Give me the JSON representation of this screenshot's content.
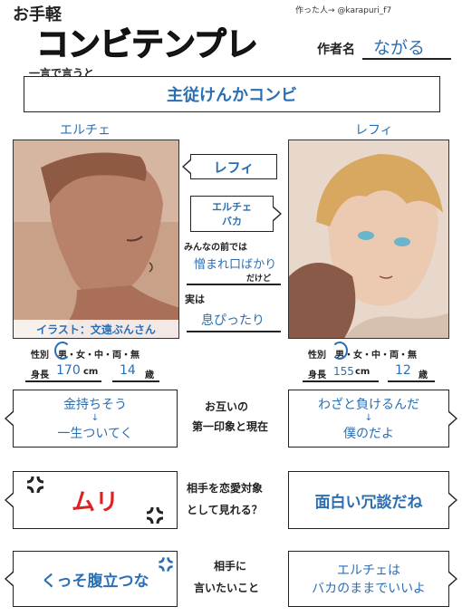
{
  "header": {
    "title_small": "お手軽",
    "title_big": "コンビテンプレ",
    "credit": "作った人→ @karapuri_f7",
    "author_label": "作者名",
    "author_name": "ながる"
  },
  "oneword": {
    "label": "一言で言うと",
    "value": "主従けんかコンビ"
  },
  "left": {
    "name": "エルチェ",
    "illustration_credit": "イラスト：文遠ぶんさん",
    "gender_label": "性別",
    "gender_options": "男・女・中・両・無",
    "height_label": "身長",
    "height_value": "170",
    "height_unit": "cm",
    "age_value": "14",
    "age_unit": "歳"
  },
  "right": {
    "name": "レフィ",
    "gender_label": "性別",
    "gender_options": "男・女・中・両・無",
    "height_label": "身長",
    "height_value": "155",
    "height_unit": "cm",
    "age_value": "12",
    "age_unit": "歳"
  },
  "middle": {
    "arrow_left": "レフィ",
    "arrow_right_line1": "エルチェ",
    "arrow_right_line2": "バカ",
    "public_label1": "みんなの前では",
    "public_value": "憎まれ口ばかり",
    "public_label2": "だけど",
    "actually_label": "実は",
    "actually_value": "息ぴったり"
  },
  "q1": {
    "label_line1": "お互いの",
    "label_line2": "第一印象と現在",
    "left_line1": "金持ちそう",
    "left_arrow": "↓",
    "left_line2": "一生ついてく",
    "right_line1": "わざと負けるんだ",
    "right_arrow": "↓",
    "right_line2": "僕のだよ"
  },
  "q2": {
    "label_line1": "相手を恋愛対象",
    "label_line2": "として見れる？",
    "left_value": "ムリ",
    "right_value": "面白い冗談だね"
  },
  "q3": {
    "label_line1": "相手に",
    "label_line2": "言いたいこと",
    "left_value": "くっそ腹立つな",
    "right_line1": "エルチェは",
    "right_line2": "バカのままでいいよ"
  },
  "colors": {
    "accent_blue": "#2b6fb3",
    "emphasis_red": "#e02020",
    "portrait_left_bg": "#c9a088",
    "portrait_right_bg": "#e3cfc0"
  }
}
